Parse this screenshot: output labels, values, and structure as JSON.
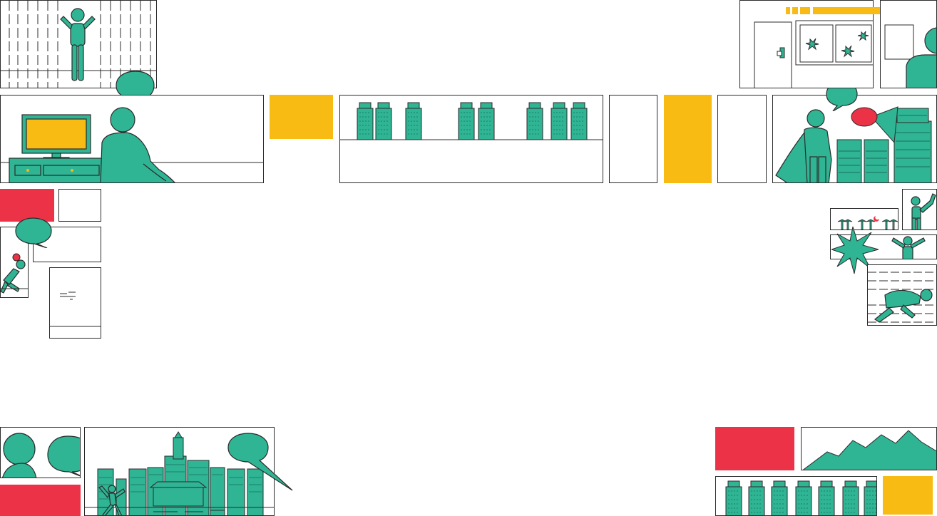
{
  "title": "",
  "colors": {
    "teal": "#2fb494",
    "yellow": "#f7bb14",
    "red": "#ec3247",
    "ink": "#2b2b2b",
    "paper": "#ffffff"
  },
  "panels": [
    {
      "name": "panel-jail-figure",
      "icon": "prisoner-icon"
    },
    {
      "name": "panel-computer-desk",
      "icon": "computer-icon"
    },
    {
      "name": "panel-city-skyline",
      "icon": "buildings-icon"
    },
    {
      "name": "panel-blank-narrow-1",
      "icon": ""
    },
    {
      "name": "panel-blank-narrow-2",
      "icon": ""
    },
    {
      "name": "panel-hero-cape",
      "icon": "caped-hero-icon"
    },
    {
      "name": "panel-broken-windows",
      "icon": "door-icon"
    },
    {
      "name": "panel-falling-figure",
      "icon": "figure-icon"
    },
    {
      "name": "panel-paper-sheet",
      "icon": "document-icon"
    },
    {
      "name": "panel-palm-trees",
      "icon": "palm-tree-icon"
    },
    {
      "name": "panel-explosion",
      "icon": "explosion-icon"
    },
    {
      "name": "panel-running-figure",
      "icon": "runner-icon"
    },
    {
      "name": "panel-dialogue",
      "icon": "speech-bubble-icon"
    },
    {
      "name": "panel-landmark-city",
      "icon": "tower-icon"
    },
    {
      "name": "panel-mountains",
      "icon": "mountain-icon"
    },
    {
      "name": "panel-buildings-row",
      "icon": "buildings-icon"
    }
  ]
}
